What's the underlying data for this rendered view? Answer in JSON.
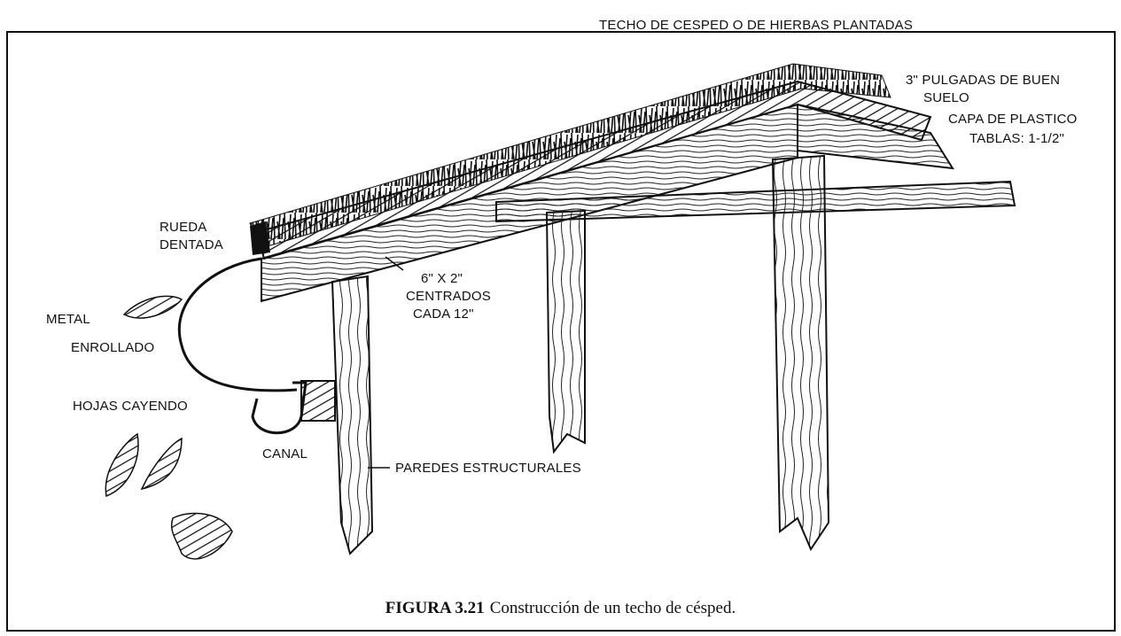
{
  "figure": {
    "labels": {
      "grass_roof": "TECHO DE CESPED O DE HIERBAS PLANTADAS",
      "soil_line1": "3\" PULGADAS DE BUEN",
      "soil_line2": "SUELO",
      "plastic": "CAPA DE PLASTICO",
      "boards": "TABLAS: 1-1/2\"",
      "gear_line1": "RUEDA",
      "gear_line2": "DENTADA",
      "joist_line1": "6\" X 2\"",
      "joist_line2": "CENTRADOS",
      "joist_line3": "CADA 12\"",
      "metal_line1": "METAL",
      "metal_line2": "ENROLLADO",
      "leaves": "HOJAS CAYENDO",
      "gutter": "CANAL",
      "walls": "PAREDES ESTRUCTURALES"
    },
    "caption": {
      "number": "FIGURA 3.21",
      "text": "Construcción de un techo de césped."
    }
  }
}
